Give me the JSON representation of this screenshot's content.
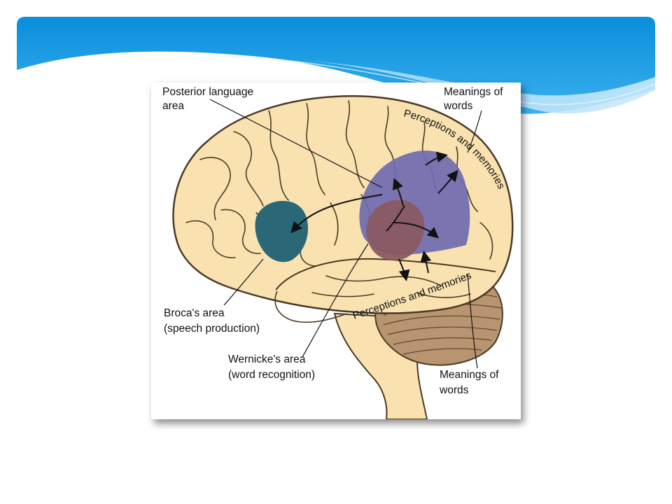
{
  "diagram": {
    "labels": {
      "posterior_line1": "Posterior language",
      "posterior_line2": "area",
      "meanings_top_line1": "Meanings of",
      "meanings_top_line2": "words",
      "perceptions_upper": "Perceptions and memories",
      "perceptions_lower": "Perceptions and memories",
      "broca_line1": "Broca's area",
      "broca_line2": "(speech production)",
      "wernicke_line1": "Wernicke's area",
      "wernicke_line2": "(word recognition)",
      "meanings_bottom_line1": "Meanings of",
      "meanings_bottom_line2": "words"
    },
    "colors": {
      "banner_blue": "#0a8fdc",
      "brain_fill": "#f9e2b0",
      "broca_region": "#2a6878",
      "posterior_region": "#6f6ab0",
      "wernicke_region": "#8a5a63",
      "cerebellum": "#b89570"
    }
  }
}
